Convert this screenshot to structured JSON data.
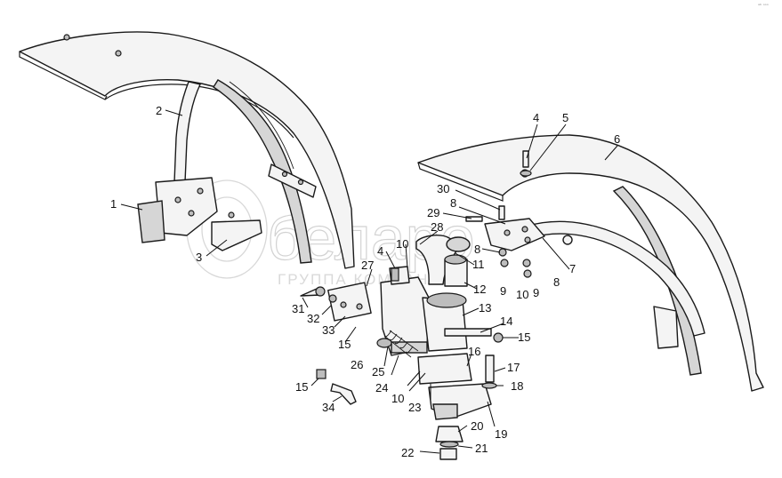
{
  "diagram": {
    "watermark": {
      "brand": "белаpo",
      "tagline": "ГРУППА КОМПАНИЙ"
    },
    "corner_mark": "ᵃᵇ ᵒᵒᵒ",
    "callouts": {
      "n1": "1",
      "n2": "2",
      "n3": "3",
      "n4a": "4",
      "n4b": "4",
      "n5": "5",
      "n6": "6",
      "n7": "7",
      "n8a": "8",
      "n8b": "8",
      "n8c": "8",
      "n9a": "9",
      "n9b": "9",
      "n10a": "10",
      "n10b": "10",
      "n10c": "10",
      "n11": "11",
      "n12": "12",
      "n13": "13",
      "n14": "14",
      "n15a": "15",
      "n15b": "15",
      "n15c": "15",
      "n16": "16",
      "n17": "17",
      "n18": "18",
      "n19": "19",
      "n20": "20",
      "n21": "21",
      "n22": "22",
      "n23": "23",
      "n24": "24",
      "n25": "25",
      "n26": "26",
      "n27": "27",
      "n28": "28",
      "n29": "29",
      "n30": "30",
      "n31": "31",
      "n32": "32",
      "n33": "33",
      "n34": "34"
    }
  }
}
